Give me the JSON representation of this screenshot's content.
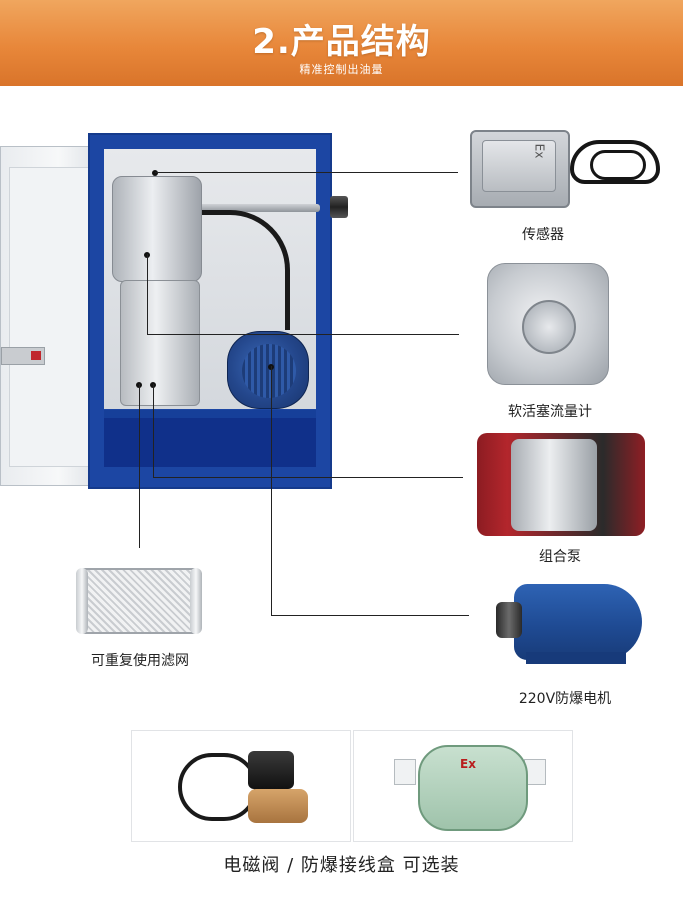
{
  "header": {
    "title": "2.产品结构",
    "subtitle": "精准控制出油量"
  },
  "components": [
    {
      "label": "传感器"
    },
    {
      "label": "软活塞流量计"
    },
    {
      "label": "组合泵"
    },
    {
      "label": "220V防爆电机"
    },
    {
      "label": "可重复使用滤网"
    }
  ],
  "badges": {
    "sensor_mark": "Ex",
    "junction_mark": "Ex"
  },
  "options": {
    "caption": "电磁阀 / 防爆接线盒 可选装"
  },
  "colors": {
    "banner": "#e8873a",
    "cabinet": "#1c46a3",
    "text": "#222222"
  }
}
